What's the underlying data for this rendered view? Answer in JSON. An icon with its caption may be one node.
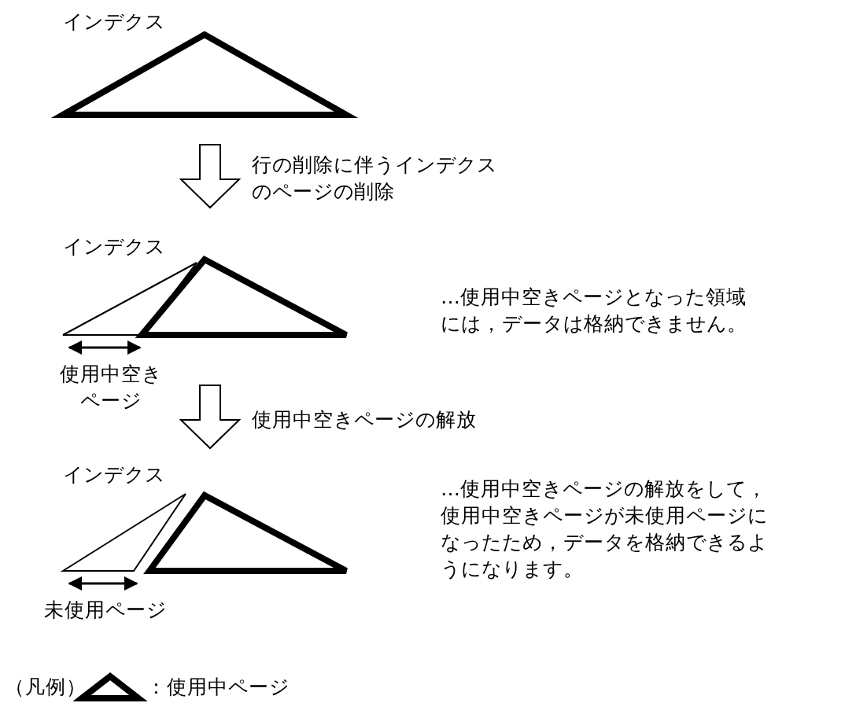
{
  "diagram": {
    "labels": [
      "インデクス",
      "行の削除に伴うインデクスのページの削除",
      "インデクス",
      "…使用中空きページとなった領域には，データは格納できません。",
      "使用中空きページ",
      "使用中空きページの解放",
      "インデクス",
      "…使用中空きページの解放をして，使用中空きページが未使用ページになったため，データを格納できるようになります。",
      "未使用ページ",
      "（凡例）"
    ],
    "legend": [
      {
        "text": "：使用中ページ"
      }
    ]
  }
}
